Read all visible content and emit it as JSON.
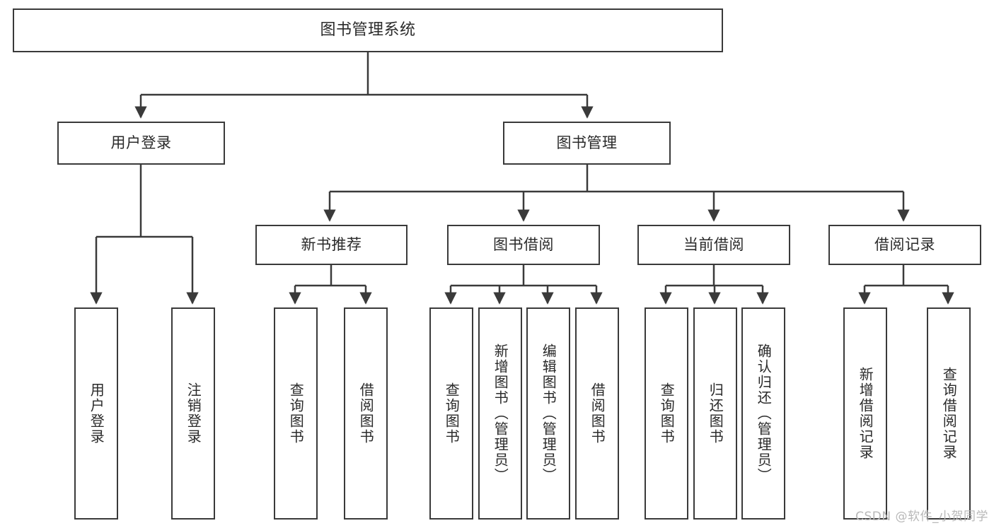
{
  "diagram": {
    "title": "图书管理系统",
    "watermark": "CSDN @软件_小贺同学",
    "colors": {
      "background": "#ffffff",
      "box_border": "#3a3a3a",
      "connector": "#3a3a3a",
      "text": "#2a2a2a",
      "watermark": "#b8b8b8"
    },
    "nodes": {
      "root": {
        "label": "图书管理系统"
      },
      "level1": [
        {
          "id": "user-login",
          "label": "用户登录"
        },
        {
          "id": "book-management",
          "label": "图书管理"
        }
      ],
      "level2": [
        {
          "id": "new-book-recommend",
          "label": "新书推荐"
        },
        {
          "id": "book-borrow",
          "label": "图书借阅"
        },
        {
          "id": "current-borrow",
          "label": "当前借阅"
        },
        {
          "id": "borrow-record",
          "label": "借阅记录"
        }
      ],
      "leaves": {
        "user_login": [
          {
            "id": "leaf-user-login",
            "label": "用户登录"
          },
          {
            "id": "leaf-logout-login",
            "label": "注销登录"
          }
        ],
        "new_book_recommend": [
          {
            "id": "leaf-query-book-1",
            "label": "查询图书"
          },
          {
            "id": "leaf-borrow-book-1",
            "label": "借阅图书"
          }
        ],
        "book_borrow": [
          {
            "id": "leaf-query-book-2",
            "label": "查询图书"
          },
          {
            "id": "leaf-add-book",
            "label": "新增图书（管理员）"
          },
          {
            "id": "leaf-edit-book",
            "label": "编辑图书（管理员）"
          },
          {
            "id": "leaf-borrow-book-2",
            "label": "借阅图书"
          }
        ],
        "current_borrow": [
          {
            "id": "leaf-query-book-3",
            "label": "查询图书"
          },
          {
            "id": "leaf-return-book",
            "label": "归还图书"
          },
          {
            "id": "leaf-confirm-return",
            "label": "确认归还（管理员）"
          }
        ],
        "borrow_record": [
          {
            "id": "leaf-add-record",
            "label": "新增借阅记录"
          },
          {
            "id": "leaf-query-record",
            "label": "查询借阅记录"
          }
        ]
      }
    }
  }
}
